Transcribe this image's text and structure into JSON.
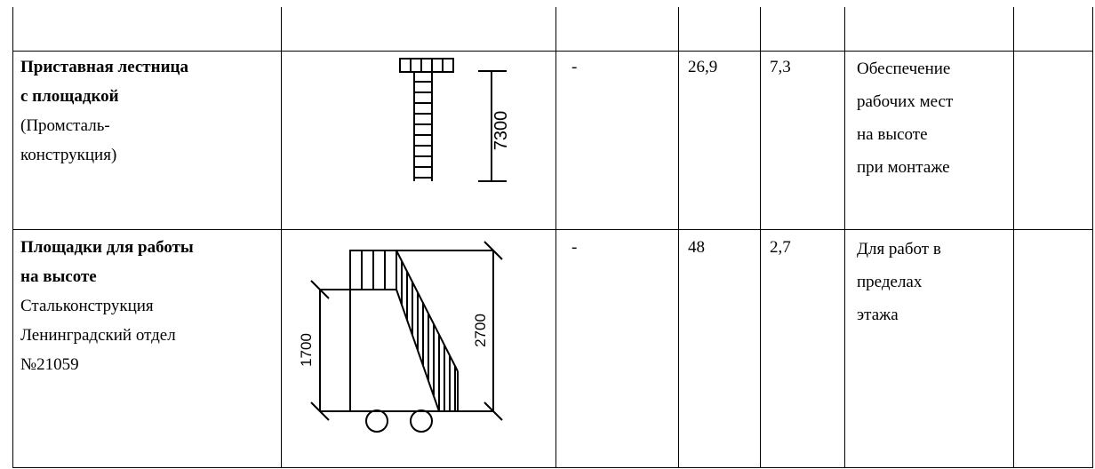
{
  "rows": [
    {
      "name_bold": [
        "Приставная лестница",
        "с площадкой"
      ],
      "name_normal": [
        "(Промсталь-",
        "конструкция)"
      ],
      "drawing_label": "7300",
      "col3": "-",
      "col4": "26,9",
      "col5": "7,3",
      "purpose": [
        "Обеспечение",
        "рабочих мест",
        "на высоте",
        "при монтаже"
      ]
    },
    {
      "name_bold": [
        "Площадки для работы",
        "на высоте"
      ],
      "name_normal": [
        "Стальконструкция",
        "Ленинградский отдел",
        "№21059"
      ],
      "drawing_label_left": "1700",
      "drawing_label_right": "2700",
      "col3": "-",
      "col4": "48",
      "col5": "2,7",
      "purpose": [
        "Для работ в",
        "пределах",
        "этажа"
      ]
    }
  ]
}
